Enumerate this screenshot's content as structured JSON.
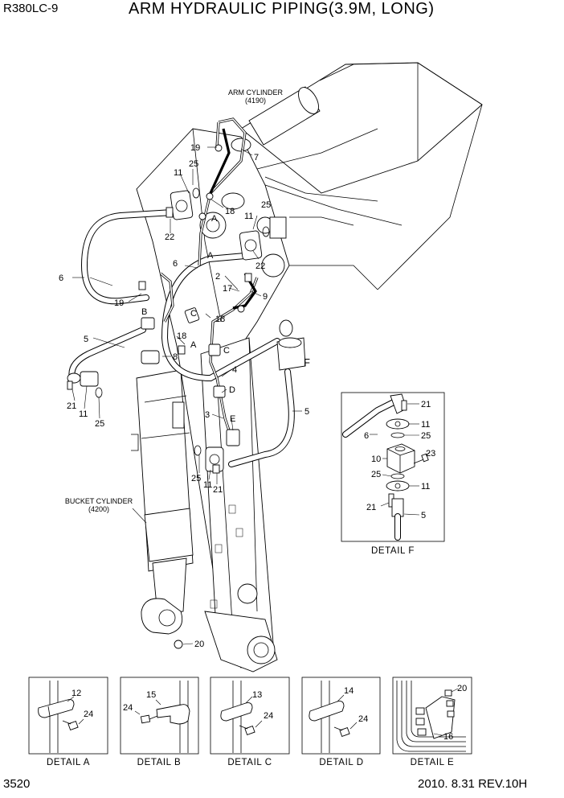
{
  "header": {
    "model": "R380LC-9",
    "title": "ARM HYDRAULIC PIPING(3.9M, LONG)"
  },
  "footer": {
    "page_number": "3520",
    "revision": "2010. 8.31  REV.10H"
  },
  "captions": {
    "arm_cylinder": "ARM CYLINDER",
    "arm_cylinder_code": "(4190)",
    "bucket_cylinder": "BUCKET CYLINDER",
    "bucket_cylinder_code": "(4200)"
  },
  "callouts": {
    "c19a": "19",
    "c7": "7",
    "c25a": "25",
    "c11a": "11",
    "c18a": "18",
    "cAa": "A",
    "c25b": "25",
    "c11b": "11",
    "c22a": "22",
    "c6a": "6",
    "cAb": "A",
    "c22b": "22",
    "c2": "2",
    "c17": "17",
    "c9": "9",
    "c6b": "6",
    "c19b": "19",
    "cBa": "B",
    "cCa": "C",
    "c18b": "18",
    "c5a": "5",
    "c18c": "18",
    "cAc": "A",
    "cCb": "C",
    "c8": "8",
    "c4": "4",
    "cDa": "D",
    "c3": "3",
    "cEa": "E",
    "cF": "F",
    "c5b": "5",
    "c21a": "21",
    "c11c": "11",
    "c25c": "25",
    "c25d": "25",
    "c11d": "11",
    "c21b": "21",
    "c20": "20"
  },
  "detail_f": {
    "caption": "DETAIL  F",
    "labels": {
      "n21a": "21",
      "n11a": "11",
      "n25a": "25",
      "n6": "6",
      "n10": "10",
      "n23": "23",
      "n25b": "25",
      "n11b": "11",
      "n21b": "21",
      "n5": "5"
    }
  },
  "details": [
    {
      "caption": "DETAIL  A",
      "labels": [
        "12",
        "24"
      ]
    },
    {
      "caption": "DETAIL  B",
      "labels": [
        "15",
        "24"
      ]
    },
    {
      "caption": "DETAIL  C",
      "labels": [
        "13",
        "24"
      ]
    },
    {
      "caption": "DETAIL  D",
      "labels": [
        "14",
        "24"
      ]
    },
    {
      "caption": "DETAIL  E",
      "labels": [
        "20",
        "16"
      ]
    }
  ]
}
